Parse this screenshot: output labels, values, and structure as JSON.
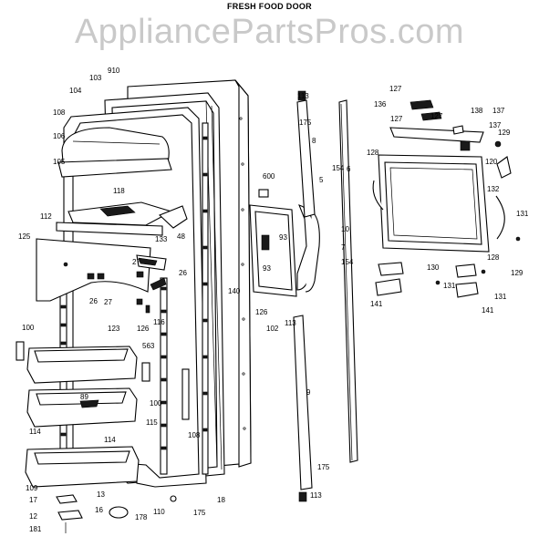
{
  "title": "FRESH FOOD DOOR",
  "watermark": "AppliancePartsPros.com",
  "labels": [
    "910",
    "103",
    "104",
    "108",
    "106",
    "105",
    "118",
    "112",
    "125",
    "133",
    "48",
    "27",
    "26",
    "26",
    "27",
    "100",
    "123",
    "126",
    "116",
    "563",
    "89",
    "100",
    "115",
    "114",
    "108",
    "114",
    "109",
    "17",
    "12",
    "13",
    "16",
    "181",
    "178",
    "110",
    "175",
    "18",
    "140",
    "600",
    "126",
    "102",
    "113",
    "93",
    "93",
    "5",
    "10",
    "7",
    "154",
    "154",
    "113",
    "175",
    "8",
    "6",
    "9",
    "175",
    "113",
    "127",
    "136",
    "127",
    "127",
    "138",
    "137",
    "137",
    "129",
    "128",
    "120",
    "132",
    "131",
    "128",
    "129",
    "130",
    "131",
    "141",
    "141",
    "131"
  ]
}
